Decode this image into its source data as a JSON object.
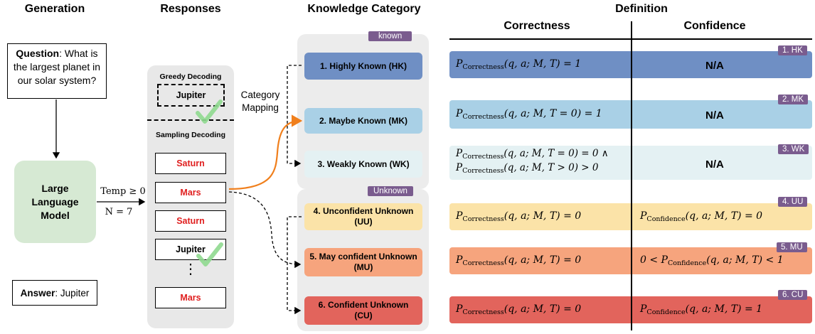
{
  "headers": {
    "generation": "Generation",
    "responses": "Responses",
    "knowledge": "Knowledge Category",
    "definition": "Definition",
    "correctness": "Correctness",
    "confidence": "Confidence"
  },
  "question": {
    "label": "Question",
    "text": ": What is the largest planet in our solar system?"
  },
  "llm": "Large Language Model",
  "temp_label": "Temp ≥ 0",
  "n_label": "N = 7",
  "answer": {
    "label": "Answer",
    "text": ": Jupiter"
  },
  "greedy": {
    "title": "Greedy Decoding",
    "response": "Jupiter"
  },
  "sampling": {
    "title": "Sampling Decoding",
    "responses": [
      "Saturn",
      "Mars",
      "Saturn",
      "Jupiter",
      "Mars"
    ],
    "ellipsis": "⋮"
  },
  "category_mapping": "Category Mapping",
  "groups": {
    "known": "known",
    "unknown": "Unknown"
  },
  "categories": [
    {
      "label": "1. Highly Known (HK)",
      "color": "#6f8fc4"
    },
    {
      "label": "2. Maybe Known (MK)",
      "color": "#a9d0e6"
    },
    {
      "label": "3. Weakly Known (WK)",
      "color": "#e4f1f3"
    },
    {
      "label": "4. Unconfident Unknown (UU)",
      "color": "#fbe3a8"
    },
    {
      "label": "5. May confident Unknown (MU)",
      "color": "#f6a47d"
    },
    {
      "label": "6. Confident Unknown (CU)",
      "color": "#e2645c"
    }
  ],
  "definitions": [
    {
      "tag": "1. HK",
      "correctness": [
        "P",
        "Correctness",
        "(q, a; M, T) = 1"
      ],
      "confidence": "N/A"
    },
    {
      "tag": "2. MK",
      "correctness": [
        "P",
        "Correctness",
        "(q, a; M, T = 0) = 1"
      ],
      "confidence": "N/A"
    },
    {
      "tag": "3. WK",
      "correctness": [
        "P",
        "Correctness",
        "(q, a; M, T = 0) = 0 ∧"
      ],
      "correctness2": [
        "P",
        "Correctness",
        "(q, a; M, T > 0) > 0"
      ],
      "confidence": "N/A"
    },
    {
      "tag": "4. UU",
      "correctness": [
        "P",
        "Correctness",
        "(q, a; M, T) = 0"
      ],
      "confidence_math": [
        "P",
        "Confidence",
        "(q, a; M, T) = 0"
      ]
    },
    {
      "tag": "5. MU",
      "correctness": [
        "P",
        "Correctness",
        "(q, a; M, T) = 0"
      ],
      "confidence_pre": "0 < ",
      "confidence_math": [
        "P",
        "Confidence",
        "(q, a; M, T) < 1"
      ]
    },
    {
      "tag": "6. CU",
      "correctness": [
        "P",
        "Correctness",
        "(q, a; M, T) = 0"
      ],
      "confidence_math": [
        "P",
        "Confidence",
        "(q, a; M, T) = 1"
      ]
    }
  ],
  "colors": {
    "orange_arrow": "#f07f1c",
    "group_bg": "#ececec",
    "tag_bg": "#7a5c8e",
    "check": "#8fd98f",
    "llm_bg": "#d6e9d3"
  }
}
